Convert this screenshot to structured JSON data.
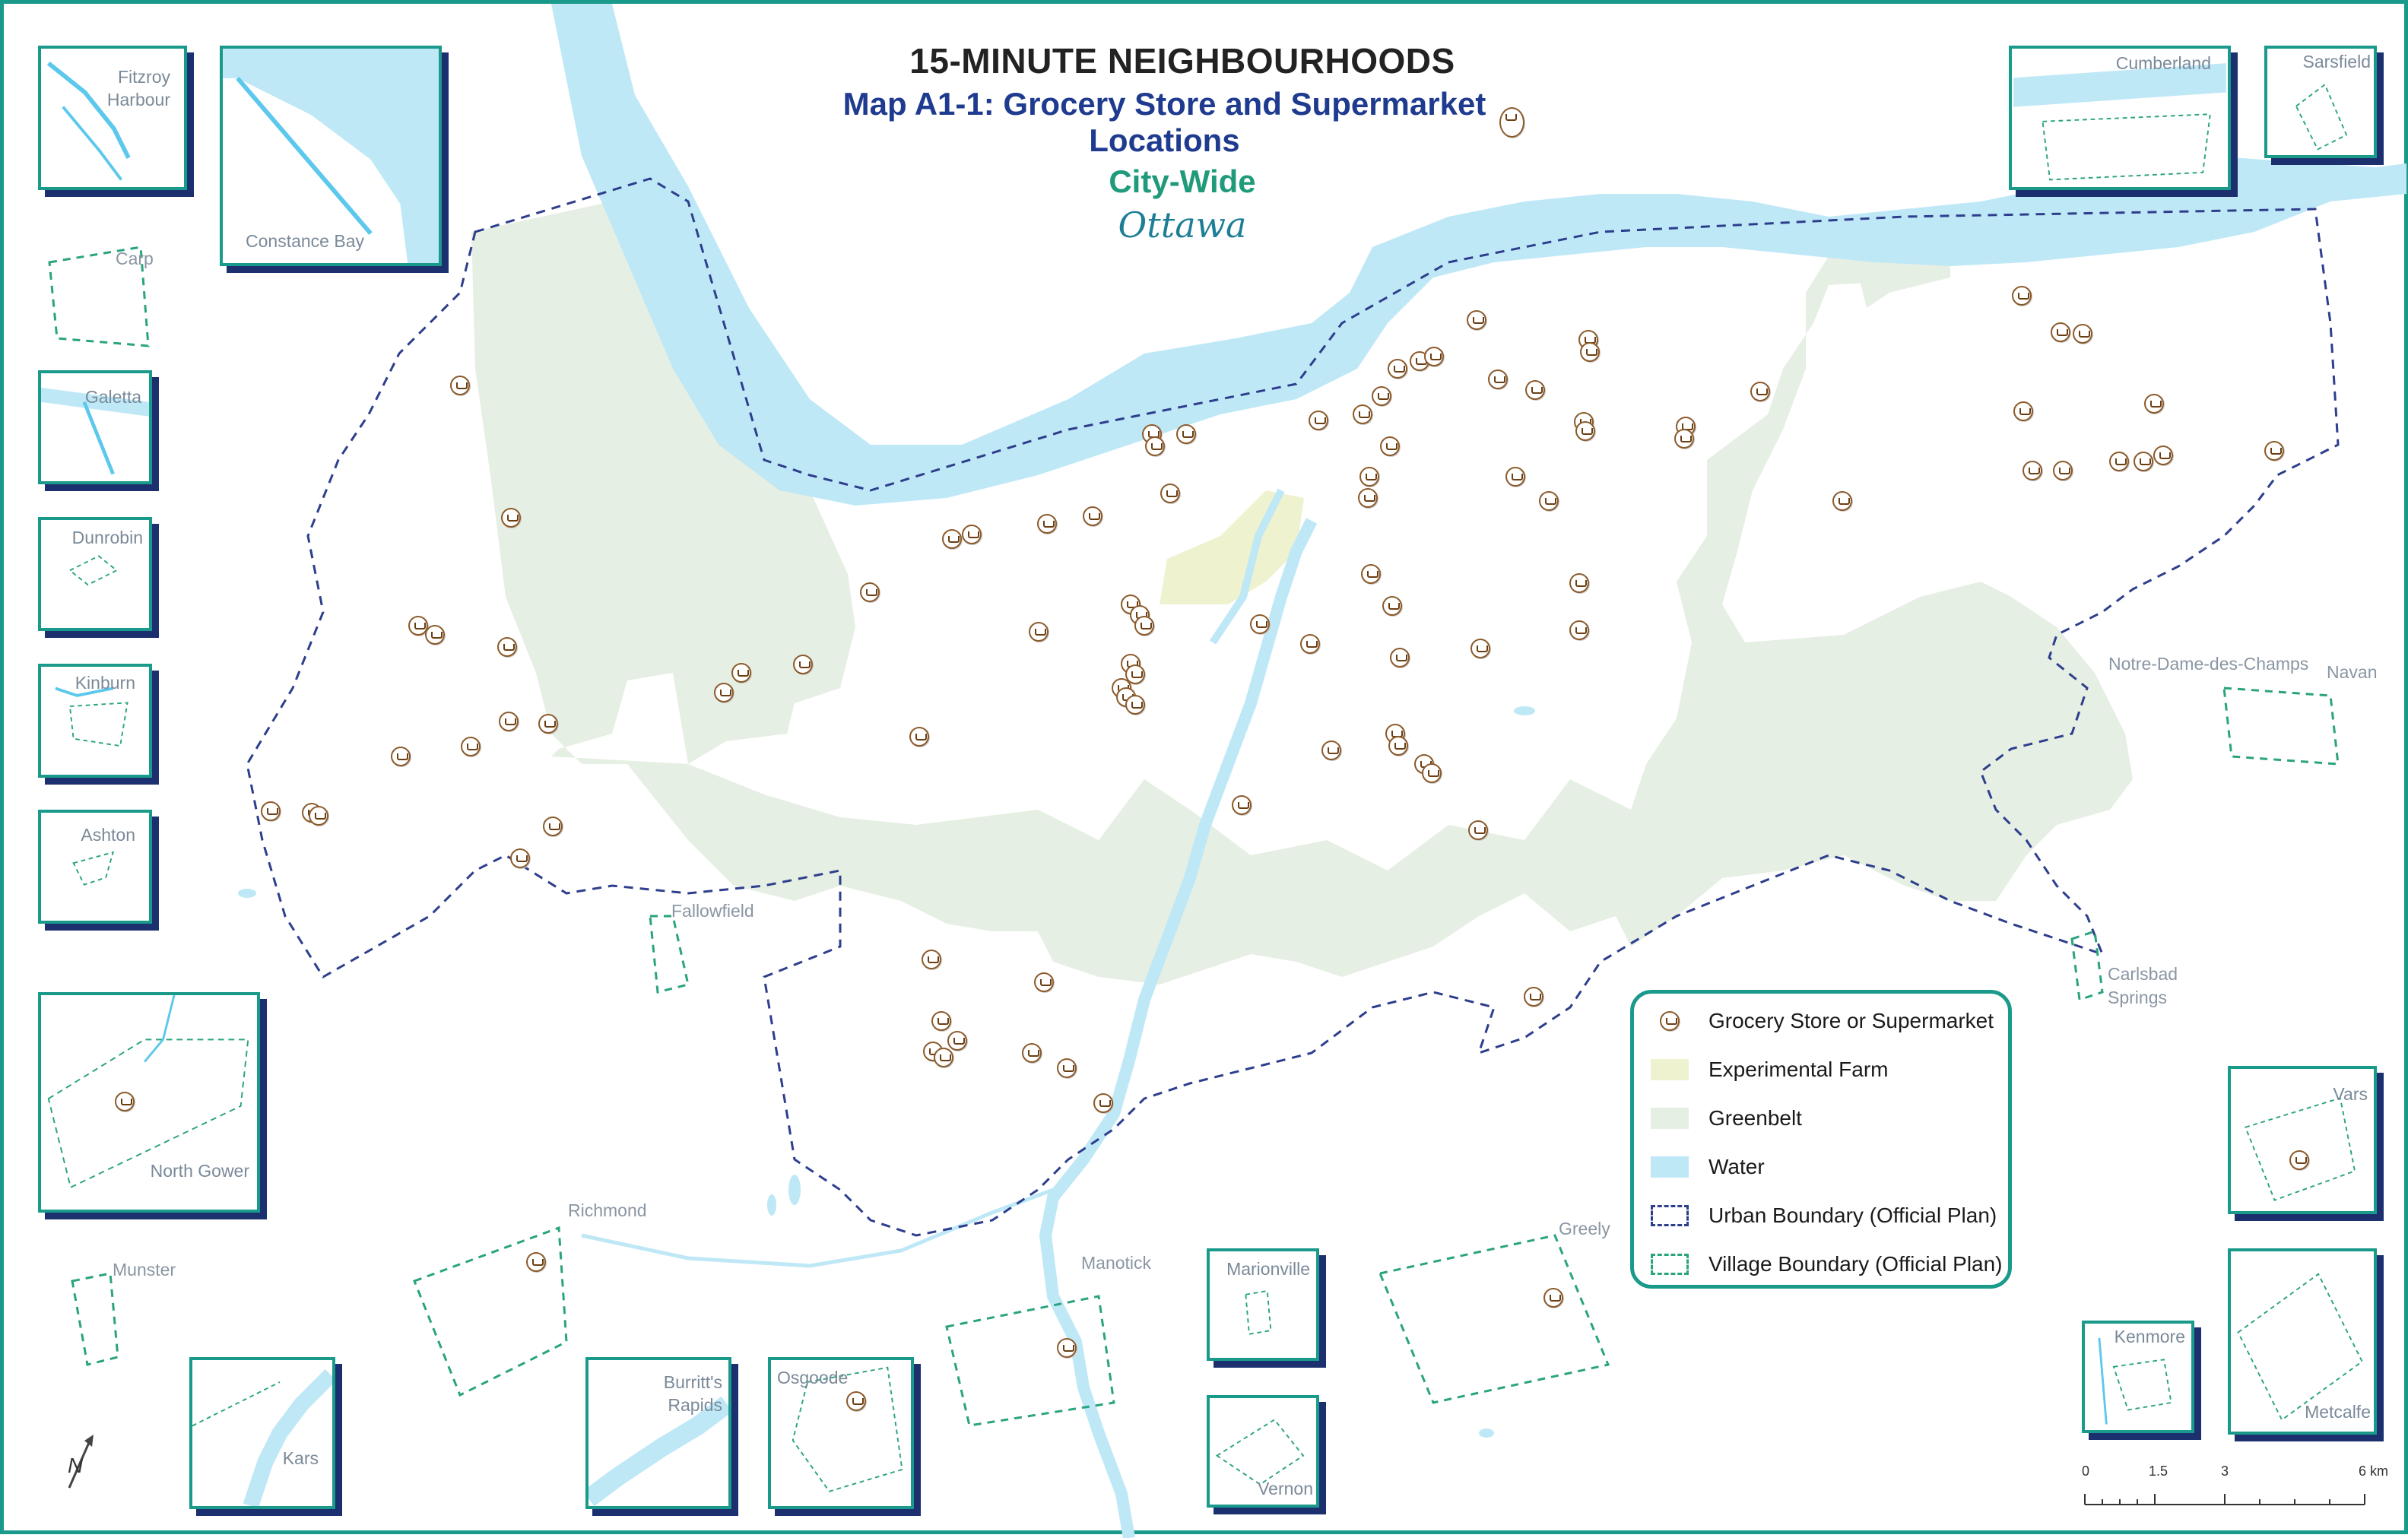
{
  "title": {
    "line1": "15-MINUTE NEIGHBOURHOODS",
    "line2": "Map A1-1: Grocery Store and Supermarket Locations",
    "line3": "City-Wide",
    "logo": "Ottawa"
  },
  "colors": {
    "water": "#bfe8f7",
    "greenbelt": "#e6efe3",
    "experimental_farm": "#eef2cf",
    "urban_boundary": "#2d3e8c",
    "village_boundary": "#2aa37f",
    "frame": "#1a9a8a",
    "store_icon": "#8b5a2b"
  },
  "insets": [
    {
      "name": "Fitzroy Harbour"
    },
    {
      "name": "Constance Bay"
    },
    {
      "name": "Galetta"
    },
    {
      "name": "Dunrobin"
    },
    {
      "name": "Kinburn"
    },
    {
      "name": "Ashton"
    },
    {
      "name": "North Gower"
    },
    {
      "name": "Kars"
    },
    {
      "name": "Burritt's Rapids"
    },
    {
      "name": "Osgoode"
    },
    {
      "name": "Marionville"
    },
    {
      "name": "Vernon"
    },
    {
      "name": "Cumberland"
    },
    {
      "name": "Sarsfield"
    },
    {
      "name": "Vars"
    },
    {
      "name": "Kenmore"
    },
    {
      "name": "Metcalfe"
    }
  ],
  "places": {
    "carp": "Carp",
    "fallowfield": "Fallowfield",
    "richmond": "Richmond",
    "munster": "Munster",
    "manotick": "Manotick",
    "greely": "Greely",
    "notre_dame": "Notre-Dame-des-Champs",
    "navan": "Navan",
    "carlsbad1": "Carlsbad",
    "carlsbad2": "Springs"
  },
  "legend": {
    "items": [
      {
        "label": "Grocery Store or Supermarket",
        "symbol": "cart-icon"
      },
      {
        "label": "Experimental Farm",
        "symbol": "fill"
      },
      {
        "label": "Greenbelt",
        "symbol": "fill"
      },
      {
        "label": "Water",
        "symbol": "fill"
      },
      {
        "label": "Urban Boundary (Official Plan)",
        "symbol": "dashed-line"
      },
      {
        "label": "Village Boundary (Official Plan)",
        "symbol": "dashed-line"
      }
    ]
  },
  "scale_bar": {
    "labels": [
      "0",
      "1.5",
      "3",
      "6 km"
    ]
  },
  "north_arrow": {
    "label": "N"
  },
  "store_count": 94
}
